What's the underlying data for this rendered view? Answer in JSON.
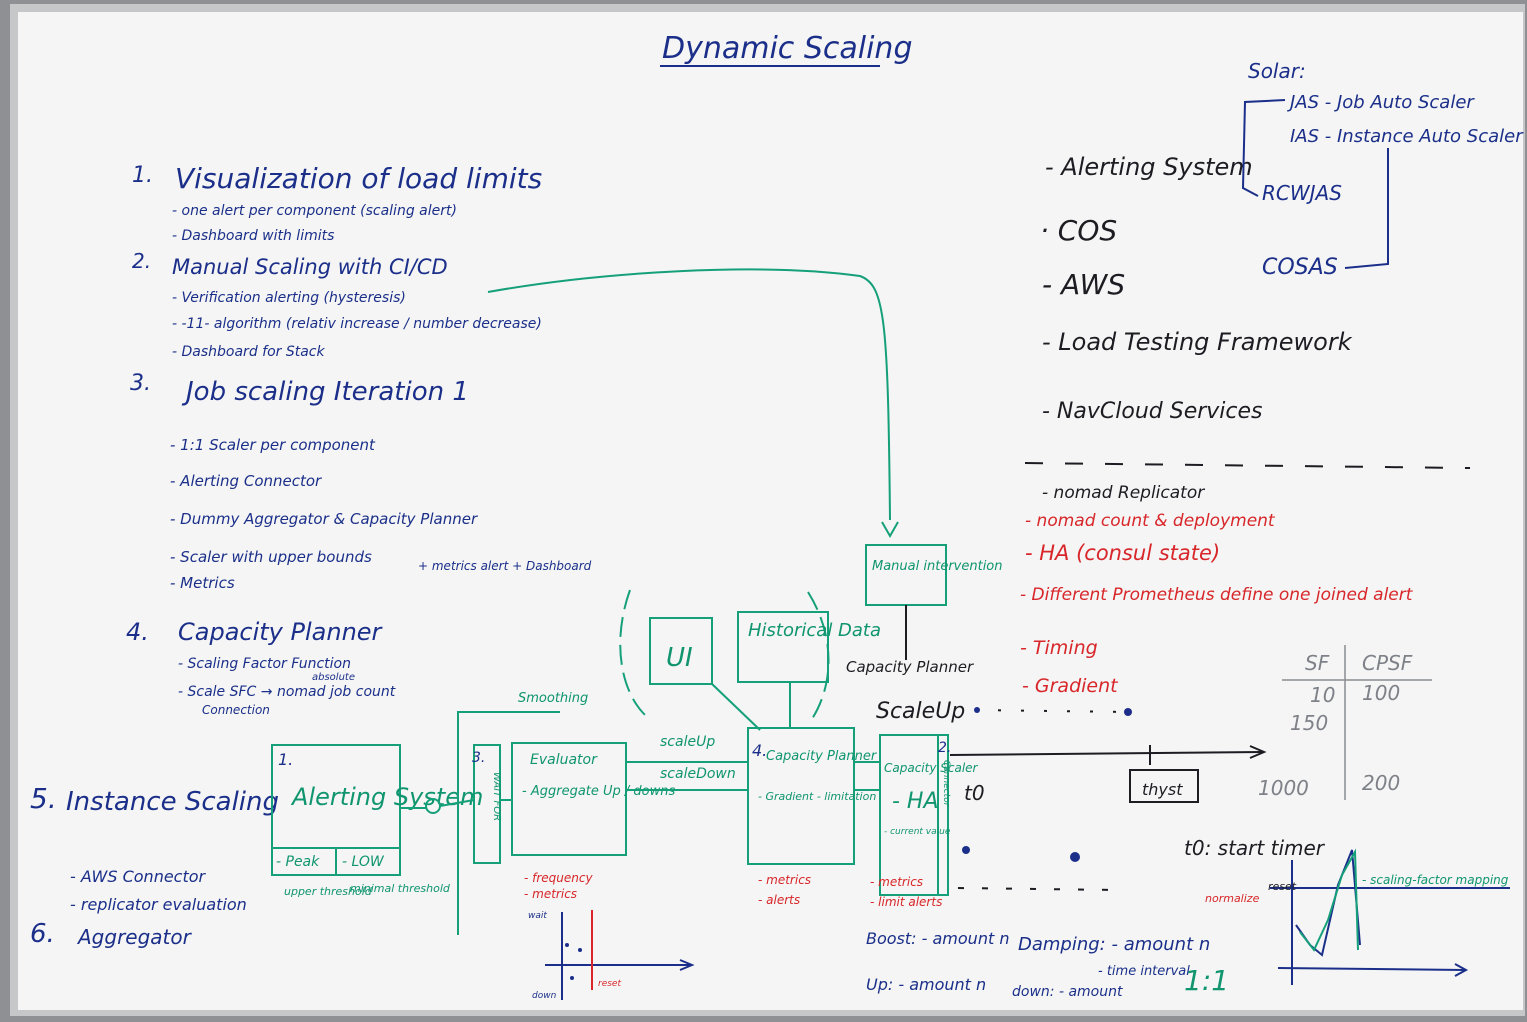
{
  "title": "Dynamic Scaling",
  "list": {
    "item1": {
      "num": "1.",
      "title": "Visualization of load limits",
      "subs": [
        "- one alert per component (scaling alert)",
        "- Dashboard with limits"
      ]
    },
    "item2": {
      "num": "2.",
      "title": "Manual Scaling with CI/CD",
      "subs": [
        "- Verification alerting (hysteresis)",
        "- -11- algorithm (relativ increase / number decrease)",
        "- Dashboard for Stack"
      ]
    },
    "item3": {
      "num": "3.",
      "title": "Job scaling Iteration 1",
      "subs": [
        "- 1:1 Scaler per component",
        "- Alerting Connector",
        "- Dummy Aggregator & Capacity Planner",
        "- Scaler with upper bounds",
        "- Metrics"
      ],
      "note": "+ metrics alert + Dashboard"
    },
    "item4": {
      "num": "4.",
      "title": "Capacity Planner",
      "subs": [
        "- Scaling Factor Function",
        "- Scale SFC → nomad job count",
        "Connection"
      ],
      "note": "absolute"
    },
    "item5": {
      "num": "5.",
      "title": "Instance Scaling",
      "subs": [
        "- AWS Connector",
        "- replicator evaluation"
      ]
    },
    "item6": {
      "num": "6.",
      "title": "Aggregator"
    }
  },
  "systems": {
    "items": [
      "- Alerting System",
      "· COS",
      "- AWS",
      "- Load Testing Framework",
      "- NavCloud Services"
    ],
    "lower": [
      "- nomad Replicator"
    ],
    "red": [
      "- nomad count & deployment",
      "- HA (consul state)",
      "- Different Prometheus define one joined alert",
      "- Timing",
      "- Gradient"
    ]
  },
  "solar": {
    "label": "Solar:",
    "items": [
      "JAS - Job Auto Scaler",
      "IAS - Instance Auto Scaler"
    ],
    "rcw": "RCWJAS",
    "cosas": "COSAS"
  },
  "table": {
    "headers": [
      "SF",
      "CPSF"
    ],
    "rows": [
      [
        "10",
        "100"
      ],
      [
        "150",
        ""
      ],
      [
        "1000",
        "200"
      ]
    ]
  },
  "diagram": {
    "alerting_box": {
      "num": "1.",
      "title": "Alerting System",
      "peak": "- Peak",
      "low": "- LOW",
      "upper": "upper threshold",
      "minimal": "minimal threshold"
    },
    "smoothing": "Smoothing",
    "waitforbox": {
      "num": "3.",
      "text": "WAIT FOR"
    },
    "evaluator": {
      "title": "Evaluator",
      "agg": "- Aggregate Up / downs"
    },
    "scale_up": "scaleUp",
    "scale_down": "scaleDown",
    "ui": "UI",
    "historical": "Historical Data",
    "manual": "Manual intervention",
    "capacity_box": {
      "num": "4.",
      "title": "Capacity Planner",
      "sub": "- Gradient - limitation",
      "red": [
        "- metrics",
        "- alerts"
      ]
    },
    "capacity_label": "Capacity Planner",
    "scaleup_label": "ScaleUp",
    "scaler_box": {
      "num": "2.",
      "title": "Capacity Scaler",
      "ha": "- HA",
      "sub": "- current value",
      "red": [
        "- metrics",
        "- limit alerts"
      ],
      "connector": "Connector"
    },
    "t0": "t0",
    "thyst": "thyst",
    "t0_desc": "t0: start timer",
    "red_left": [
      "- frequency",
      "- metrics"
    ],
    "reset": "reset",
    "normalize": "normalize",
    "scaling_factor": "- scaling-factor mapping",
    "boost": "Boost: - amount n",
    "up": "Up: - amount n",
    "damping": "Damping: - amount n",
    "time_interval": "- time interval",
    "down": "down: - amount",
    "ratio": "1:1",
    "wait_label": "wait",
    "down_label": "down",
    "reset2": "reset"
  }
}
